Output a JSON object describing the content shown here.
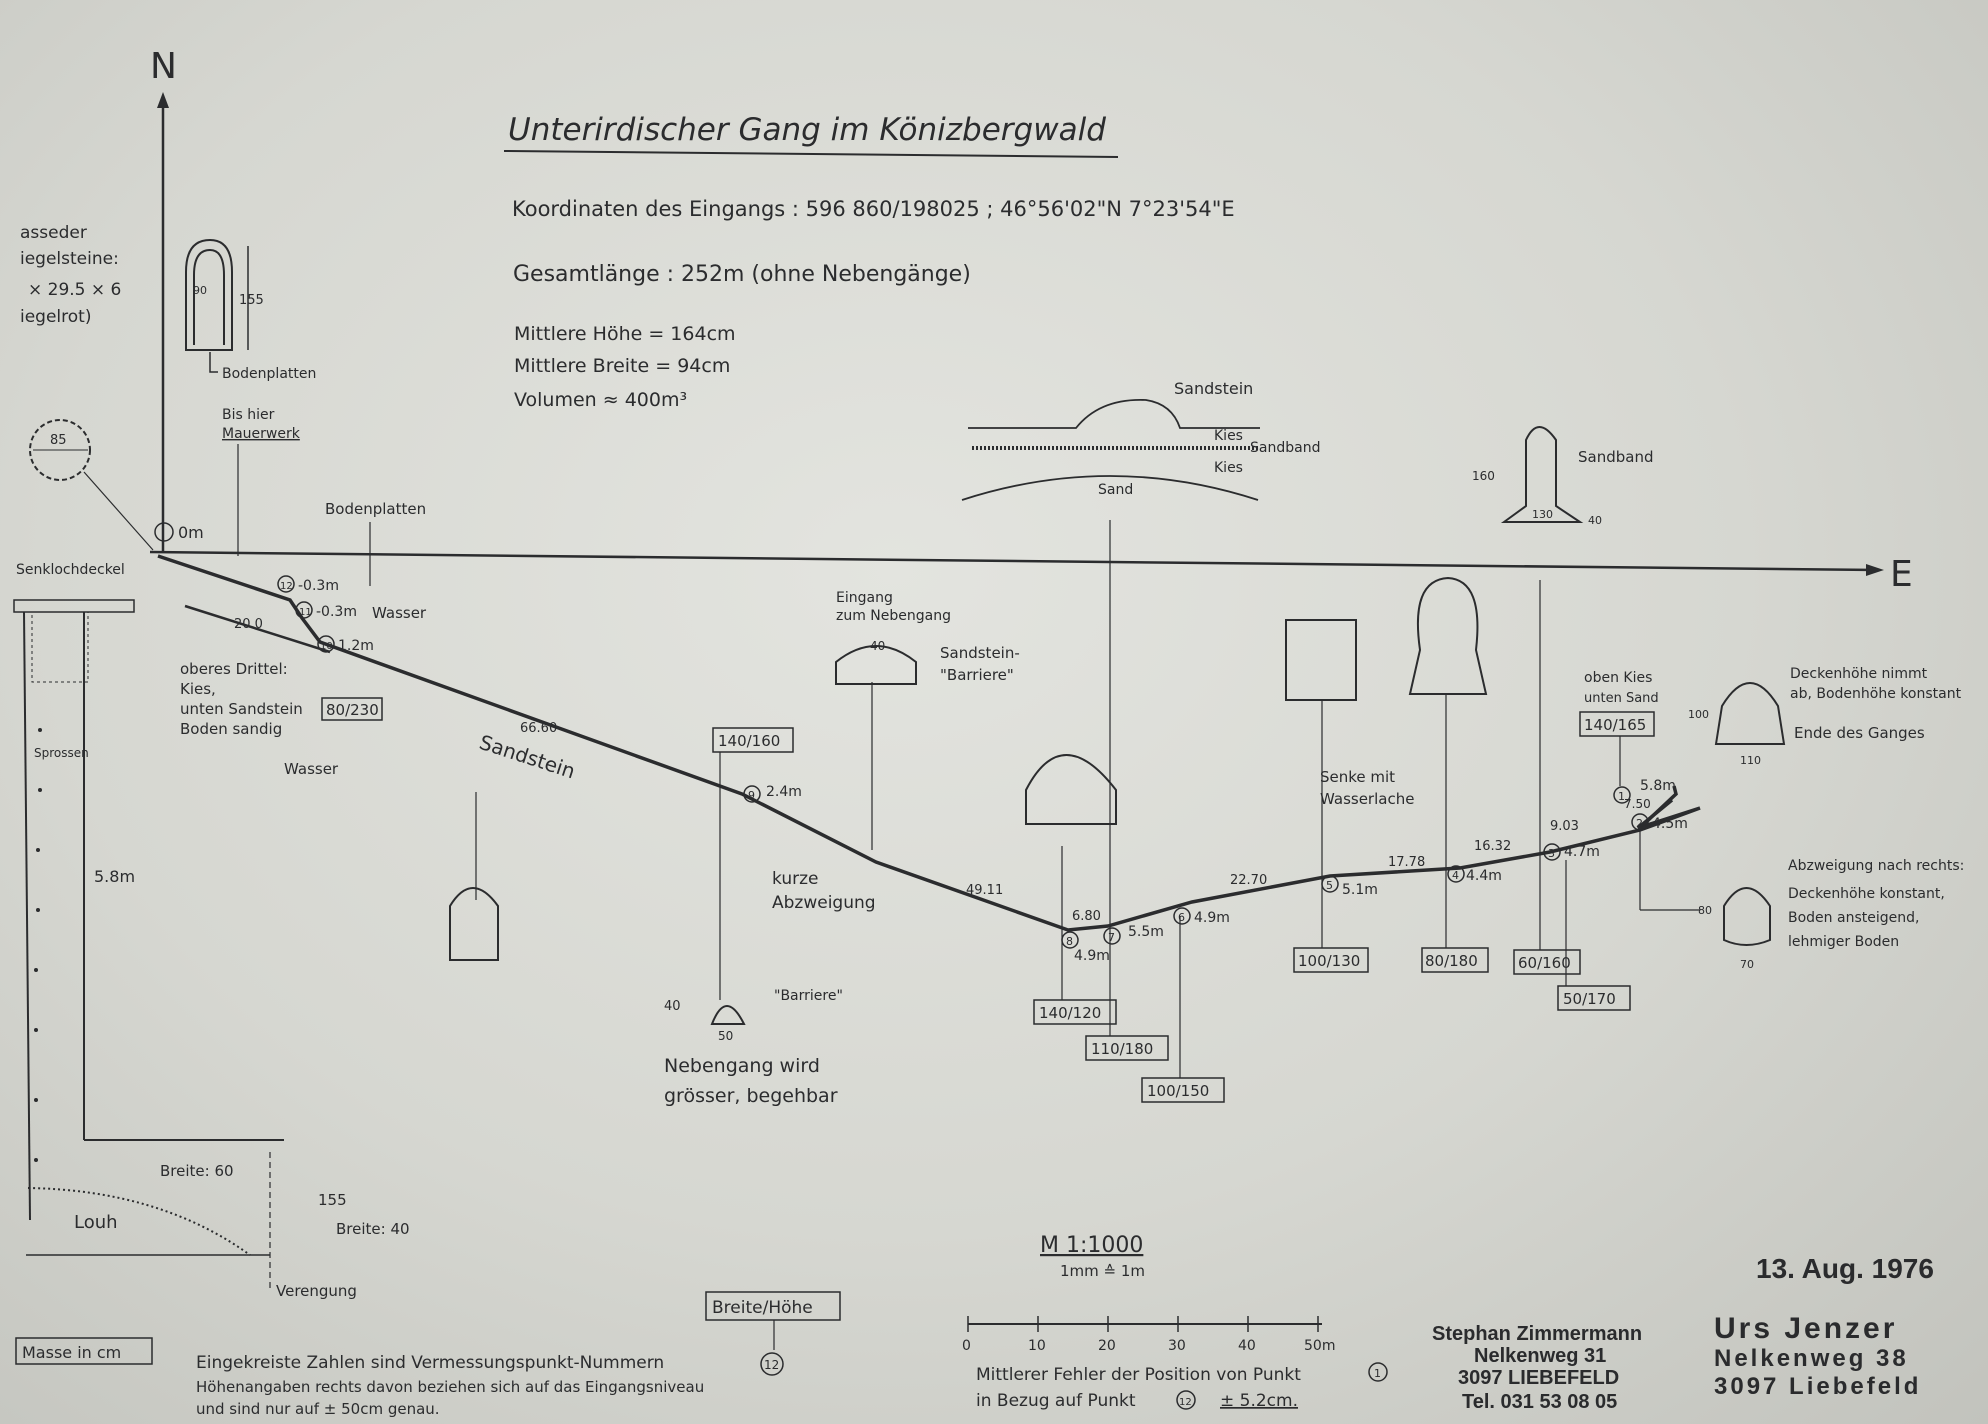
{
  "title": "Unterirdischer Gang im Könizbergwald",
  "info": {
    "coordinates": "Koordinaten des Eingangs : 596 860/198025 ; 46°56'02\"N 7°23'54\"E",
    "total_length": "Gesamtlänge : 252m (ohne Nebengänge)",
    "mean_height": "Mittlere Höhe = 164cm",
    "mean_width": "Mittlere Breite = 94cm",
    "volume": "Volumen ≈ 400m³"
  },
  "axes": {
    "north": "N",
    "east": "E"
  },
  "bricks_note": [
    "asseder",
    "iegelsteine:",
    "× 29.5 × 6",
    "iegelrot)"
  ],
  "left_labels": {
    "bodenplatten_1": "Bodenplatten",
    "bis_hier": "Bis hier",
    "mauerwerk": "Mauerwerk",
    "bodenplatten_2": "Bodenplatten",
    "circle_85": "85",
    "zero_m": "0m",
    "senkloch": "Senklochdeckel",
    "wasser_1": "Wasser",
    "drittel": [
      "oberes Drittel:",
      "Kies,",
      "unten Sandstein",
      "Boden sandig"
    ],
    "wasser_2": "Wasser",
    "sprossen": "Sprossen",
    "depth_58": "5.8m",
    "breite_60": "Breite: 60",
    "h_155": "155",
    "breite_40": "Breite: 40",
    "louh": "Louh",
    "verengung": "Verengung",
    "dim_155_top": "155",
    "dim_90": "90",
    "sandstein": "Sandstein",
    "len_200": "20.0",
    "len_6660": "66.60",
    "len_4911": "49.11",
    "len_680": "6.80",
    "len_2270": "22.70",
    "len_1778": "17.78",
    "len_1632": "16.32",
    "len_903": "9.03",
    "len_750": "7.50"
  },
  "points": [
    {
      "n": "12",
      "d": "-0.3m"
    },
    {
      "n": "11",
      "d": "-0.3m"
    },
    {
      "n": "10",
      "d": "1.2m"
    },
    {
      "n": "9",
      "d": "2.4m"
    },
    {
      "n": "8",
      "d": "4.9m"
    },
    {
      "n": "7",
      "d": "5.5m"
    },
    {
      "n": "6",
      "d": "4.9m"
    },
    {
      "n": "5",
      "d": "5.1m"
    },
    {
      "n": "4",
      "d": "4.4m"
    },
    {
      "n": "3",
      "d": "4.7m"
    },
    {
      "n": "2",
      "d": "4.5m"
    },
    {
      "n": "1",
      "d": "5.8m"
    }
  ],
  "boxes": [
    "80/230",
    "140/160",
    "140/120",
    "110/180",
    "100/150",
    "100/130",
    "80/180",
    "60/160",
    "50/170",
    "140/165"
  ],
  "annotations": {
    "kurze": [
      "kurze",
      "Abzweigung"
    ],
    "eingang": [
      "Eingang",
      "zum Nebengang"
    ],
    "sandstein_barriere": [
      "Sandstein-",
      "\"Barriere\""
    ],
    "barriere": "\"Barriere\"",
    "nebengang": [
      "Nebengang wird",
      "grösser, begehbar"
    ],
    "d40": "40",
    "d50": "50",
    "d40b": "40",
    "sandstein_top": "Sandstein",
    "kies_1": "Kies",
    "sandband_1": "Sandband",
    "kies_2": "Kies",
    "sand": "Sand",
    "sandband_2": "Sandband",
    "d160": "160",
    "d130": "130",
    "d40c": "40",
    "senke": [
      "Senke mit",
      "Wasserlache"
    ],
    "oben_kies": [
      "oben Kies",
      "unten Sand"
    ],
    "deckenhoehe": [
      "Deckenhöhe nimmt",
      "ab, Bodenhöhe konstant"
    ],
    "ende": "Ende des Ganges",
    "d100": "100",
    "d110": "110",
    "abzweigung": [
      "Abzweigung nach rechts:",
      "Deckenhöhe konstant,",
      "Boden ansteigend,",
      "lehmiger Boden"
    ],
    "d80": "80",
    "d70": "70"
  },
  "scale": {
    "ratio": "M 1:1000",
    "unit": "1mm ≙ 1m",
    "ticks": [
      "0",
      "10",
      "20",
      "30",
      "40",
      "50m"
    ]
  },
  "footer": {
    "masse": "Masse in cm",
    "legend_box": "Breite/Höhe",
    "note": [
      "Eingekreiste Zahlen sind Vermessungspunkt-Nummern",
      "Höhenangaben rechts davon beziehen sich auf das Eingangsniveau",
      "und sind nur auf ± 50cm genau."
    ],
    "note_circle": "12",
    "error": [
      "Mittlerer Fehler der Position von Punkt",
      "in Bezug auf Punkt",
      "± 5.2cm."
    ],
    "error_p1": "1",
    "error_p12": "12"
  },
  "stamps": {
    "date": "13. Aug. 1976",
    "stephan": [
      "Stephan Zimmermann",
      "Nelkenweg 31",
      "3097 LIEBEFELD",
      "Tel. 031 53 08 05"
    ],
    "urs": [
      "Urs Jenzer",
      "Nelkenweg 38",
      "3097 Liebefeld"
    ]
  }
}
